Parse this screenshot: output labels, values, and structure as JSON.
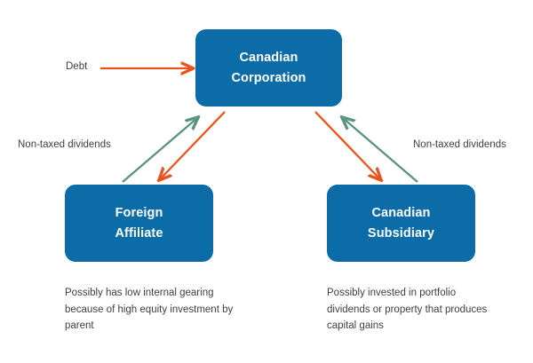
{
  "diagram": {
    "type": "flow-diagram",
    "background_color": "#ffffff",
    "palette": {
      "node_fill": "#0b6ca8",
      "node_text": "#ffffff",
      "arrow_orange": "#e8541d",
      "arrow_teal": "#5b9281",
      "body_text": "#3f3f3f"
    },
    "nodes": [
      {
        "id": "canadian-corporation",
        "line1": "Canadian",
        "line2": "Corporation"
      },
      {
        "id": "foreign-affiliate",
        "line1": "Foreign",
        "line2": "Affiliate"
      },
      {
        "id": "canadian-subsidiary",
        "line1": "Canadian",
        "line2": "Subsidiary"
      }
    ],
    "edge_labels": {
      "debt": "Debt",
      "non_taxed_dividends_left": "Non-taxed dividends",
      "non_taxed_dividends_right": "Non-taxed dividends"
    },
    "captions": {
      "foreign_affiliate": "Possibly has low internal gearing because of high equity investment by parent",
      "canadian_subsidiary": "Possibly invested in portfolio dividends or property that produces capital gains"
    }
  }
}
